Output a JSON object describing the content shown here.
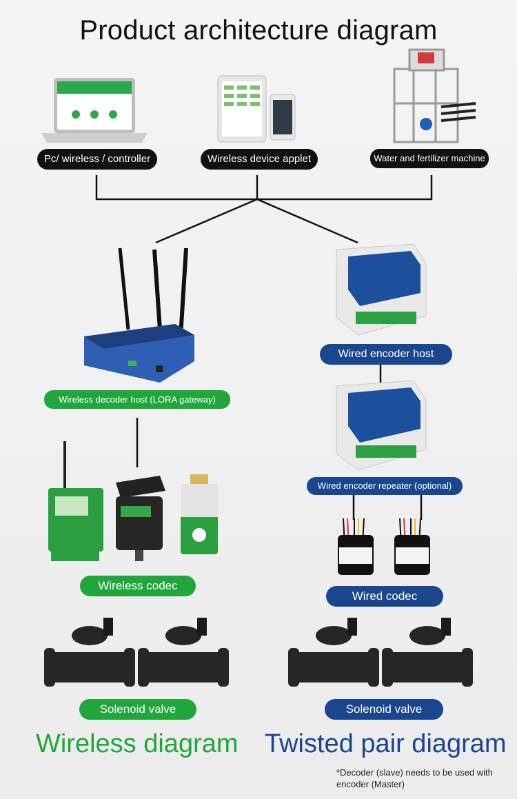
{
  "title": "Product architecture diagram",
  "top_devices": [
    {
      "label": "Pc/ wireless / controller",
      "icon": "laptop-icon"
    },
    {
      "label": "Wireless device applet",
      "icon": "tablet-phone-icon"
    },
    {
      "label": "Water and fertilizer machine",
      "icon": "fertilizer-machine-icon"
    }
  ],
  "wireless": {
    "gateway_label": "Wireless decoder host (LORA gateway)",
    "codec_label": "Wireless codec",
    "valve_label": "Solenoid valve",
    "diagram_title": "Wireless diagram",
    "color": "#20a63a"
  },
  "wired": {
    "host_label": "Wired encoder host",
    "repeater_label": "Wired encoder repeater (optional)",
    "codec_label": "Wired codec",
    "valve_label": "Solenoid valve",
    "diagram_title": "Twisted pair diagram",
    "color": "#1a468f"
  },
  "note": "*Decoder (slave) needs to be used with encoder (Master)"
}
